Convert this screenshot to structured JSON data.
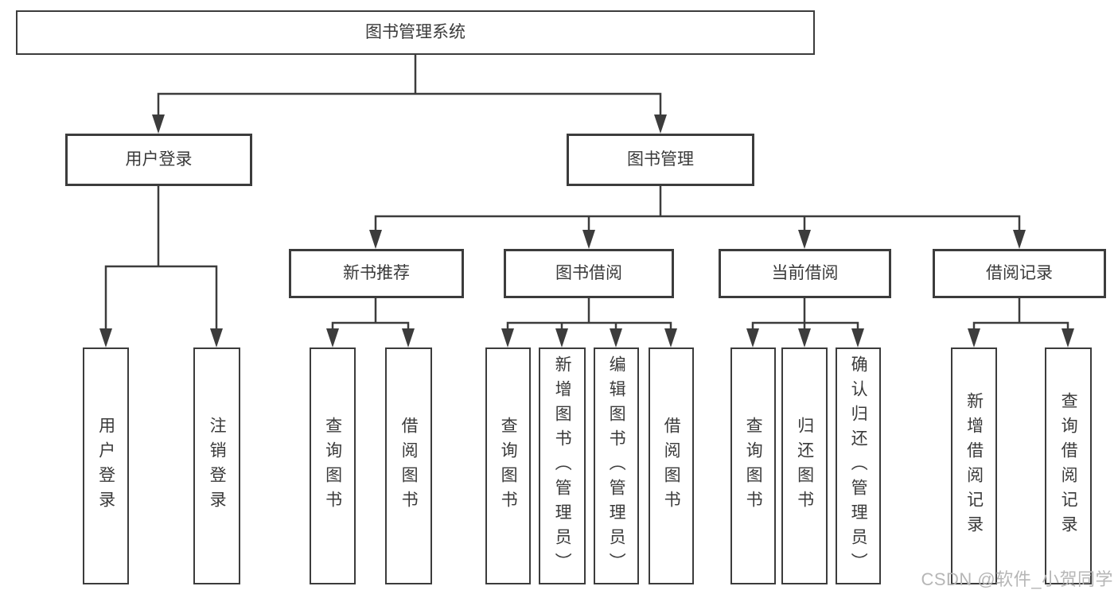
{
  "diagram": {
    "root": {
      "label": "图书管理系统"
    },
    "branches": [
      {
        "label": "用户登录",
        "children": [
          {
            "label": "用户登录"
          },
          {
            "label": "注销登录"
          }
        ]
      },
      {
        "label": "图书管理",
        "children": [
          {
            "label": "新书推荐",
            "children": [
              {
                "label": "查询图书"
              },
              {
                "label": "借阅图书"
              }
            ]
          },
          {
            "label": "图书借阅",
            "children": [
              {
                "label": "查询图书"
              },
              {
                "label": "新增图书（管理员）"
              },
              {
                "label": "编辑图书（管理员）"
              },
              {
                "label": "借阅图书"
              }
            ]
          },
          {
            "label": "当前借阅",
            "children": [
              {
                "label": "查询图书"
              },
              {
                "label": "归还图书"
              },
              {
                "label": "确认归还（管理员）"
              }
            ]
          },
          {
            "label": "借阅记录",
            "children": [
              {
                "label": "新增借阅记录"
              },
              {
                "label": "查询借阅记录"
              }
            ]
          }
        ]
      }
    ],
    "watermark": "CSDN @软件_小贺同学",
    "colors": {
      "line": "#3c3c3c",
      "text": "#3a3a3a",
      "watermark": "#b6b6b6",
      "background": "#ffffff"
    }
  }
}
